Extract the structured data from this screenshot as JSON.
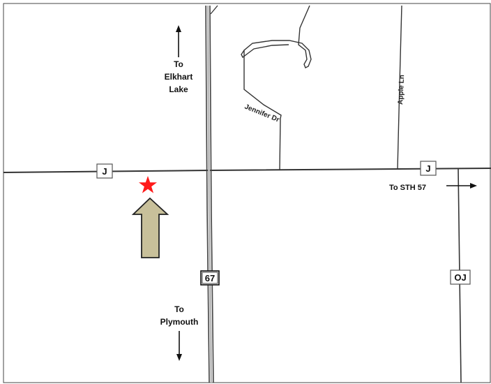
{
  "map": {
    "destinations": {
      "north": {
        "line1": "To",
        "line2": "Elkhart",
        "line3": "Lake"
      },
      "south": {
        "line1": "To",
        "line2": "Plymouth"
      },
      "east": "To STH 57"
    },
    "streets": {
      "jennifer": "Jennifer Dr",
      "apple": "Apple Ln"
    },
    "shields": {
      "j_west": "J",
      "j_east": "J",
      "highway": "67",
      "oj": "OJ"
    },
    "colors": {
      "marker_star": "#ff1a1a",
      "direction_arrow": "#c8c09a",
      "road": "#333333"
    }
  }
}
